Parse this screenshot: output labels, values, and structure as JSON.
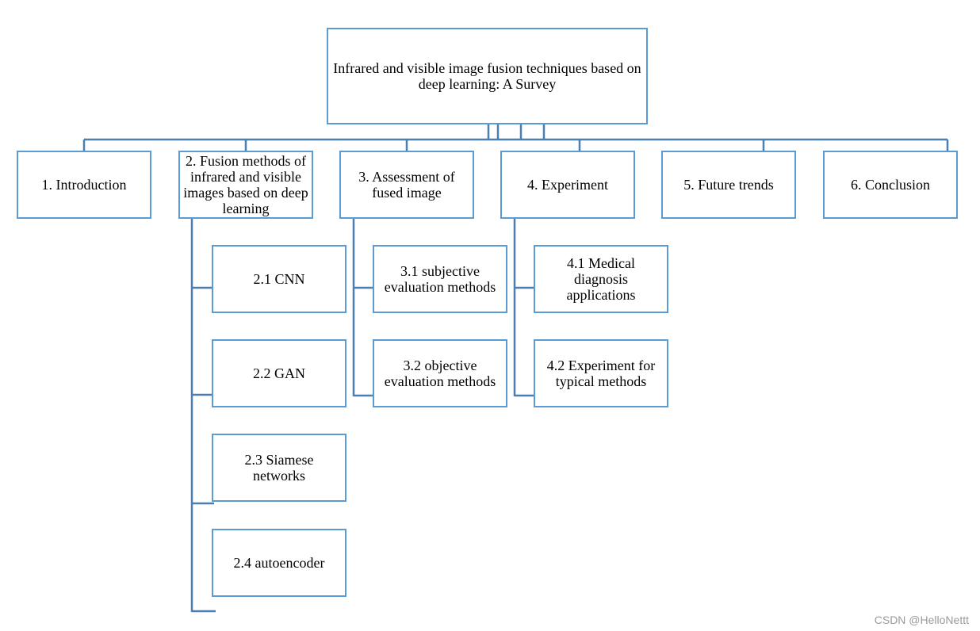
{
  "root": {
    "label": "Infrared and visible image fusion techniques based on deep learning: A Survey"
  },
  "sections": [
    {
      "label": "1. Introduction",
      "children": []
    },
    {
      "label": "2. Fusion methods of infrared and visible images based on deep learning",
      "children": [
        {
          "label": "2.1 CNN"
        },
        {
          "label": "2.2 GAN"
        },
        {
          "label": "2.3 Siamese networks"
        },
        {
          "label": "2.4 autoencoder"
        }
      ]
    },
    {
      "label": "3. Assessment of fused image",
      "children": [
        {
          "label": "3.1 subjective evaluation methods"
        },
        {
          "label": "3.2 objective evaluation methods"
        }
      ]
    },
    {
      "label": "4. Experiment",
      "children": [
        {
          "label": "4.1 Medical diagnosis applications"
        },
        {
          "label": "4.2 Experiment for typical methods"
        }
      ]
    },
    {
      "label": "5. Future trends",
      "children": []
    },
    {
      "label": "6. Conclusion",
      "children": []
    }
  ],
  "watermark": "CSDN @HelloNettt",
  "colors": {
    "box_border": "#5b9bd5",
    "connector": "#4a7fb0"
  }
}
